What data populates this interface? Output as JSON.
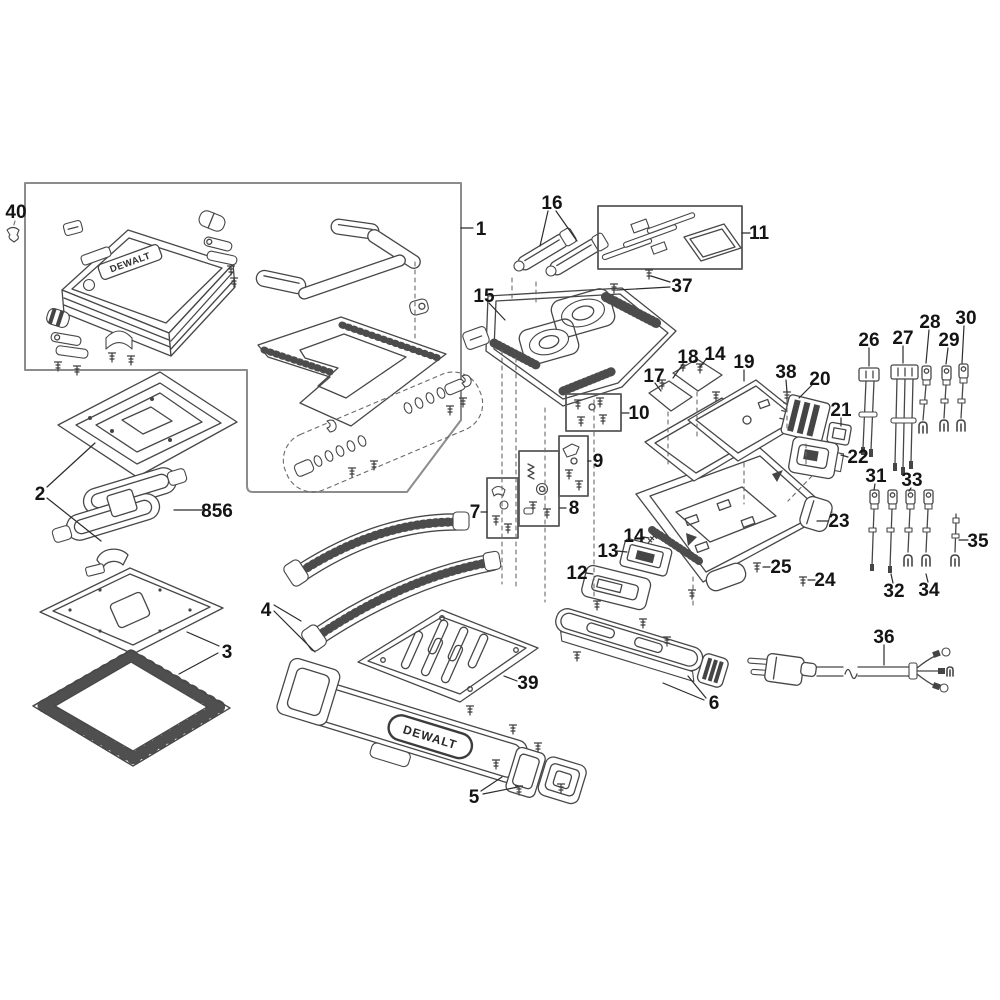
{
  "diagram": {
    "type": "exploded-parts-diagram",
    "product_brand": "DEWALT",
    "lid_logo_text": "DEWALT",
    "bumper_logo_text": "DEWALT",
    "background_color": "#ffffff",
    "line_color": "#474747",
    "label_color": "#141414",
    "callouts": [
      {
        "id": "40",
        "label": "40"
      },
      {
        "id": "1",
        "label": "1"
      },
      {
        "id": "16",
        "label": "16"
      },
      {
        "id": "11",
        "label": "11"
      },
      {
        "id": "37",
        "label": "37"
      },
      {
        "id": "15",
        "label": "15"
      },
      {
        "id": "10",
        "label": "10"
      },
      {
        "id": "9",
        "label": "9"
      },
      {
        "id": "8",
        "label": "8"
      },
      {
        "id": "7",
        "label": "7"
      },
      {
        "id": "14a",
        "label": "14"
      },
      {
        "id": "18",
        "label": "18"
      },
      {
        "id": "17",
        "label": "17"
      },
      {
        "id": "19",
        "label": "19"
      },
      {
        "id": "38",
        "label": "38"
      },
      {
        "id": "20",
        "label": "20"
      },
      {
        "id": "21",
        "label": "21"
      },
      {
        "id": "22",
        "label": "22"
      },
      {
        "id": "23",
        "label": "23"
      },
      {
        "id": "25",
        "label": "25"
      },
      {
        "id": "24",
        "label": "24"
      },
      {
        "id": "13",
        "label": "13"
      },
      {
        "id": "14b",
        "label": "14"
      },
      {
        "id": "12",
        "label": "12"
      },
      {
        "id": "2",
        "label": "2"
      },
      {
        "id": "856",
        "label": "856"
      },
      {
        "id": "3",
        "label": "3"
      },
      {
        "id": "4",
        "label": "4"
      },
      {
        "id": "39",
        "label": "39"
      },
      {
        "id": "5",
        "label": "5"
      },
      {
        "id": "6",
        "label": "6"
      },
      {
        "id": "36",
        "label": "36"
      },
      {
        "id": "26",
        "label": "26"
      },
      {
        "id": "27",
        "label": "27"
      },
      {
        "id": "28",
        "label": "28"
      },
      {
        "id": "29",
        "label": "29"
      },
      {
        "id": "30",
        "label": "30"
      },
      {
        "id": "31",
        "label": "31"
      },
      {
        "id": "33",
        "label": "33"
      },
      {
        "id": "32",
        "label": "32"
      },
      {
        "id": "34",
        "label": "34"
      },
      {
        "id": "35",
        "label": "35"
      }
    ]
  }
}
